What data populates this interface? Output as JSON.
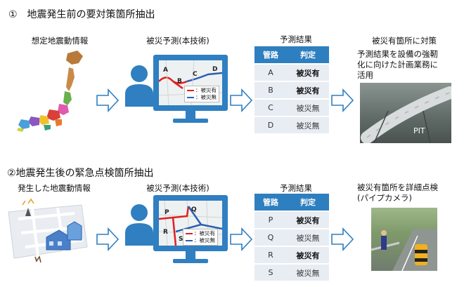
{
  "section1": {
    "title": "①　地震発生前の要対策箇所抽出",
    "input_label": "想定地震動情報",
    "predict_label": "被災予測(本技術)",
    "result_label": "予測結果",
    "action_label": "被災有箇所に対策",
    "action_desc_lines": [
      "予測結果を設備の強靭",
      "化に向けた計画業務に",
      "活用"
    ],
    "map_letters": [
      "A",
      "B",
      "C",
      "D"
    ],
    "legend": [
      "：被災有",
      "：被災無"
    ],
    "table_headers": [
      "管路",
      "判定"
    ],
    "table_rows": [
      {
        "pipe": "A",
        "judge": "被災有",
        "damaged": true
      },
      {
        "pipe": "B",
        "judge": "被災有",
        "damaged": true
      },
      {
        "pipe": "C",
        "judge": "被災無",
        "damaged": false
      },
      {
        "pipe": "D",
        "judge": "被災無",
        "damaged": false
      }
    ],
    "photo_text": "PIT"
  },
  "section2": {
    "title": "②地震発生後の緊急点検箇所抽出",
    "input_label": "発生した地震動情報",
    "predict_label": "被災予測(本技術)",
    "result_label": "予測結果",
    "action_label_lines": [
      "被災有箇所を詳細点検",
      "(パイプカメラ)"
    ],
    "map_letters": [
      "P",
      "Q",
      "R",
      "S"
    ],
    "legend": [
      "：被災有",
      "：被災無"
    ],
    "table_headers": [
      "管路",
      "判定"
    ],
    "table_rows": [
      {
        "pipe": "P",
        "judge": "被災有",
        "damaged": true
      },
      {
        "pipe": "Q",
        "judge": "被災無",
        "damaged": false
      },
      {
        "pipe": "R",
        "judge": "被災有",
        "damaged": true
      },
      {
        "pipe": "S",
        "judge": "被災無",
        "damaged": false
      }
    ]
  },
  "colors": {
    "accent_blue": "#2f7fc1",
    "table_header": "#2e7fbf",
    "table_cell": "#e8edf3",
    "damaged_line": "#e02020",
    "undamaged_line": "#2a5fb0"
  }
}
